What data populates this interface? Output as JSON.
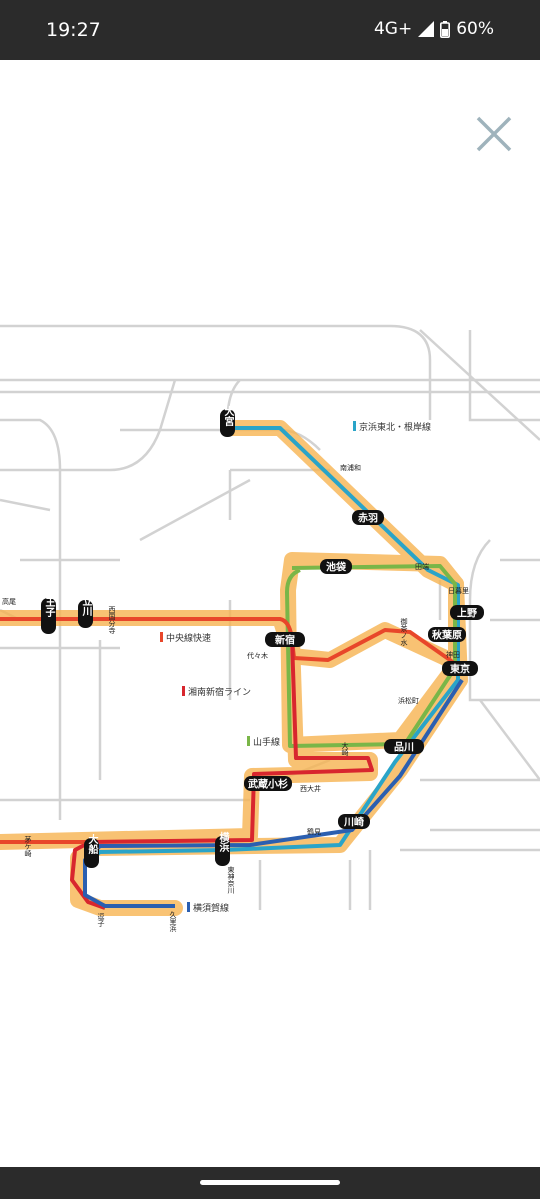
{
  "status": {
    "time": "19:27",
    "network": "4G+",
    "battery": "60%"
  },
  "legend": {
    "keihin": "京浜東北・根岸線",
    "chuo": "中央線快速",
    "shonan": "湘南新宿ライン",
    "yamanote": "山手線",
    "yokosuka": "横須賀線"
  },
  "stations_major": {
    "omiya": "大宮",
    "akabane": "赤羽",
    "ikebukuro": "池袋",
    "shinjuku": "新宿",
    "hachioji": "八王子",
    "tachikawa": "立川",
    "ueno": "上野",
    "akihabara": "秋葉原",
    "tokyo": "東京",
    "shinagawa": "品川",
    "musashikosugi": "武蔵小杉",
    "kawasaki": "川崎",
    "yokohama": "横浜",
    "ofuna": "大船"
  },
  "stations_minor": {
    "minamiurawa": "南浦和",
    "tabata": "田端",
    "nippori": "日暮里",
    "kanda": "神田",
    "ochanomizu": "御茶ノ水",
    "yoyogi": "代々木",
    "hamamatsucho": "浜松町",
    "osaki": "大崎",
    "nishioi": "西大井",
    "tsurumi": "鶴見",
    "higashikanagawa": "東神奈川",
    "zushi": "逗子",
    "kurihama": "久里浜",
    "nishikokubunji": "西国分寺",
    "takao": "高尾",
    "chigasaki": "茅ケ崎"
  },
  "colors": {
    "keihin": "#2aa4c8",
    "chuo": "#e8462a",
    "shonan": "#d8262e",
    "yamanote": "#7ab648",
    "yokosuka": "#2b5fb0",
    "glow": "#f7b451",
    "bg_lines": "#d2d2d2"
  }
}
